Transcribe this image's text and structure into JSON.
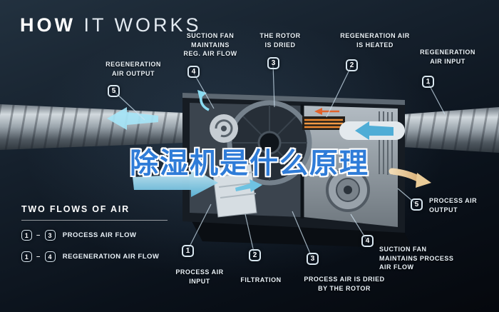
{
  "title": {
    "bold": "HOW",
    "light": "IT WORKS"
  },
  "overlay_text": "除湿机是什么原理",
  "colors": {
    "background": "#0c141d",
    "accent_cyan": "#7fd4ec",
    "overlay_blue": "#2f7cd8",
    "heater_orange": "#ef8a33",
    "label_text": "#eaf2f8",
    "badge_border": "#d9e7f0"
  },
  "callouts": [
    {
      "id": "regeneration-air-output",
      "number": "5",
      "lines": [
        "REGENERATION",
        "AIR OUTPUT"
      ]
    },
    {
      "id": "suction-fan-reg-air-flow",
      "number": "4",
      "lines": [
        "SUCTION FAN",
        "MAINTAINS",
        "REG. AIR FLOW"
      ]
    },
    {
      "id": "the-rotor-is-dried",
      "number": "3",
      "lines": [
        "THE ROTOR",
        "IS DRIED"
      ]
    },
    {
      "id": "regeneration-air-is-heated",
      "number": "2",
      "lines": [
        "REGENERATION AIR",
        "IS HEATED"
      ]
    },
    {
      "id": "regeneration-air-input",
      "number": "1",
      "lines": [
        "REGENERATION",
        "AIR INPUT"
      ]
    },
    {
      "id": "process-air-output",
      "number": "5",
      "lines": [
        "PROCESS AIR",
        "OUTPUT"
      ]
    },
    {
      "id": "suction-fan-process-air-flow",
      "number": "4",
      "lines": [
        "SUCTION FAN",
        "MAINTAINS PROCESS",
        "AIR FLOW"
      ]
    },
    {
      "id": "process-air-dried-by-rotor",
      "number": "3",
      "lines": [
        "PROCESS AIR IS DRIED",
        "BY THE ROTOR"
      ]
    },
    {
      "id": "filtration",
      "number": "2",
      "lines": [
        "FILTRATION"
      ]
    },
    {
      "id": "process-air-input",
      "number": "1",
      "lines": [
        "PROCESS AIR",
        "INPUT"
      ]
    }
  ],
  "legend": {
    "title": "TWO FLOWS OF AIR",
    "separator": "–",
    "rows": [
      {
        "from": "1",
        "to": "3",
        "label": "PROCESS AIR FLOW"
      },
      {
        "from": "1",
        "to": "4",
        "label": "REGENERATION AIR FLOW"
      }
    ]
  }
}
